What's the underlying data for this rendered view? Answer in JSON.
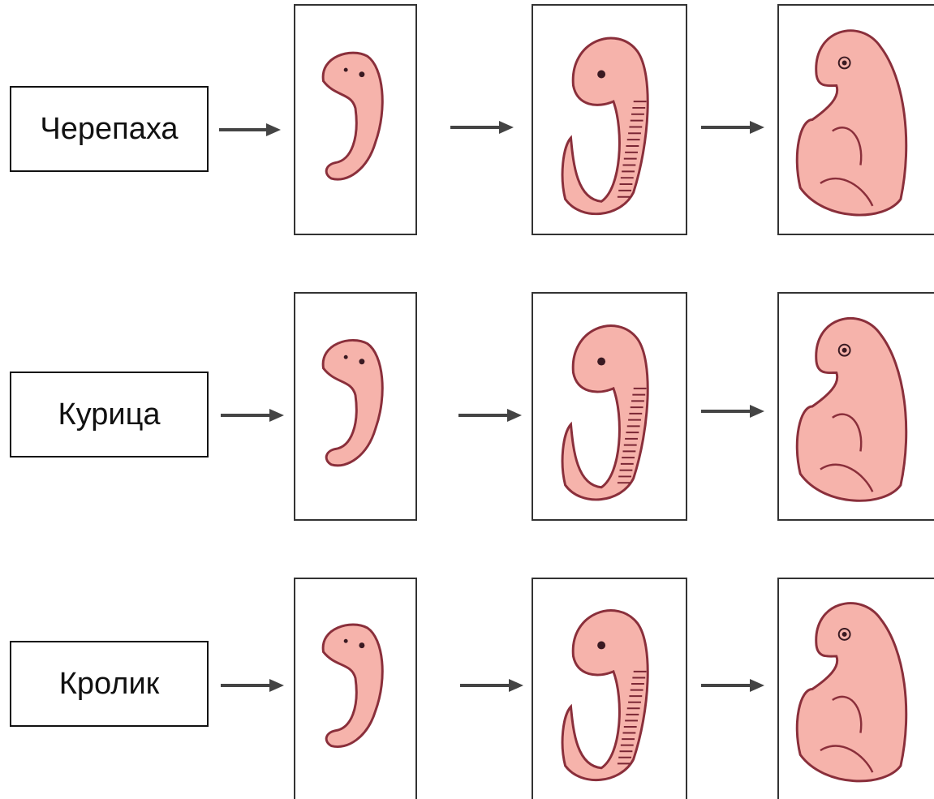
{
  "rows": [
    {
      "label": "Черепаха",
      "stages": [
        "early-embryo",
        "middle-embryo",
        "late-embryo"
      ]
    },
    {
      "label": "Курица",
      "stages": [
        "early-embryo",
        "middle-embryo",
        "late-embryo"
      ]
    },
    {
      "label": "Кролик",
      "stages": [
        "early-embryo",
        "middle-embryo",
        "late-embryo"
      ]
    }
  ],
  "colors": {
    "embryo_fill": "#f6b3ab",
    "embryo_outline": "#8a2f3b",
    "segment_stroke": "#7a2634",
    "border": "#333333",
    "arrow": "#444444"
  },
  "icons": {
    "arrow": "right-arrow-icon",
    "embryo": "embryo-illustration"
  }
}
